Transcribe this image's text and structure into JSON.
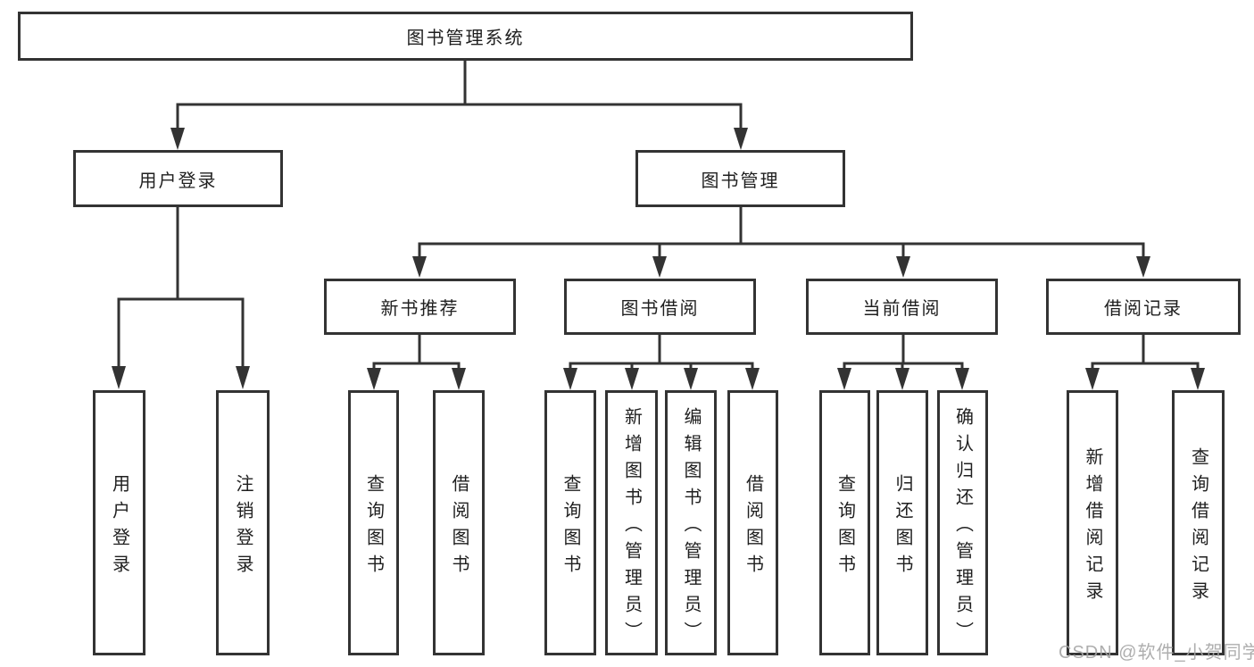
{
  "diagram": {
    "type": "hierarchy-tree",
    "title": "图书管理系统",
    "structure": {
      "root": "图书管理系统",
      "children": [
        {
          "label": "用户登录",
          "children": [
            "用户登录",
            "注销登录"
          ]
        },
        {
          "label": "图书管理",
          "children": [
            {
              "label": "新书推荐",
              "children": [
                "查询图书",
                "借阅图书"
              ]
            },
            {
              "label": "图书借阅",
              "children": [
                "查询图书",
                "新增图书（管理员）",
                "编辑图书（管理员）",
                "借阅图书"
              ]
            },
            {
              "label": "当前借阅",
              "children": [
                "查询图书",
                "归还图书",
                "确认归还（管理员）"
              ]
            },
            {
              "label": "借阅记录",
              "children": [
                "新增借阅记录",
                "查询借阅记录"
              ]
            }
          ]
        }
      ]
    }
  },
  "nodes": {
    "root": "图书管理系统",
    "user_login_group": "用户登录",
    "book_mgmt_group": "图书管理",
    "new_book_rec": "新书推荐",
    "book_borrow": "图书借阅",
    "current_borrow": "当前借阅",
    "borrow_records": "借阅记录",
    "user_login_leaf": "用户登录",
    "logout_leaf": "注销登录",
    "nbr_query": "查询图书",
    "nbr_borrow": "借阅图书",
    "bb_query": "查询图书",
    "bb_add": "新增图书（管理员）",
    "bb_edit": "编辑图书（管理员）",
    "bb_borrow": "借阅图书",
    "cb_query": "查询图书",
    "cb_return": "归还图书",
    "cb_confirm": "确认归还（管理员）",
    "br_add": "新增借阅记录",
    "br_query": "查询借阅记录"
  },
  "watermark": "CSDN @软件_小贺同学",
  "colors": {
    "line": "#333333",
    "box_border": "#333333",
    "text": "#1f1f1f",
    "watermark": "#a5a5a5",
    "background": "#ffffff"
  }
}
